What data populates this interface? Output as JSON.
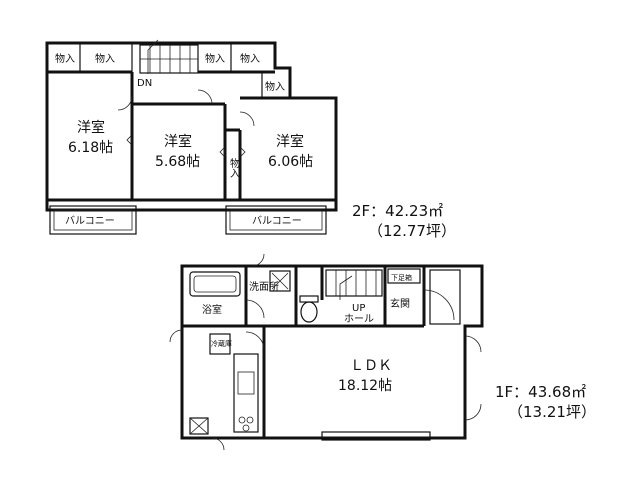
{
  "floor2": {
    "rooms": {
      "room_left": {
        "name": "洋室",
        "size": "6.18帖"
      },
      "room_mid": {
        "name": "洋室",
        "size": "5.68帖"
      },
      "room_right": {
        "name": "洋室",
        "size": "6.06帖"
      }
    },
    "closets": [
      "物入",
      "物入",
      "物入",
      "物入",
      "物入",
      "物入"
    ],
    "balconies": [
      "バルコニー",
      "バルコニー"
    ],
    "stair_label": "DN",
    "area_line1": "2F：42.23㎡",
    "area_line2": "（12.77坪）"
  },
  "floor1": {
    "ldk_name": "ＬＤＫ",
    "ldk_size": "18.12帖",
    "bath": "浴室",
    "washroom": "洗面所",
    "hall_up": "UP",
    "hall": "ホール",
    "entrance": "玄関",
    "shoe_storage": "下足箱",
    "fridge": "冷蔵庫",
    "area_line1": "1F：43.68㎡",
    "area_line2": "（13.21坪）"
  }
}
